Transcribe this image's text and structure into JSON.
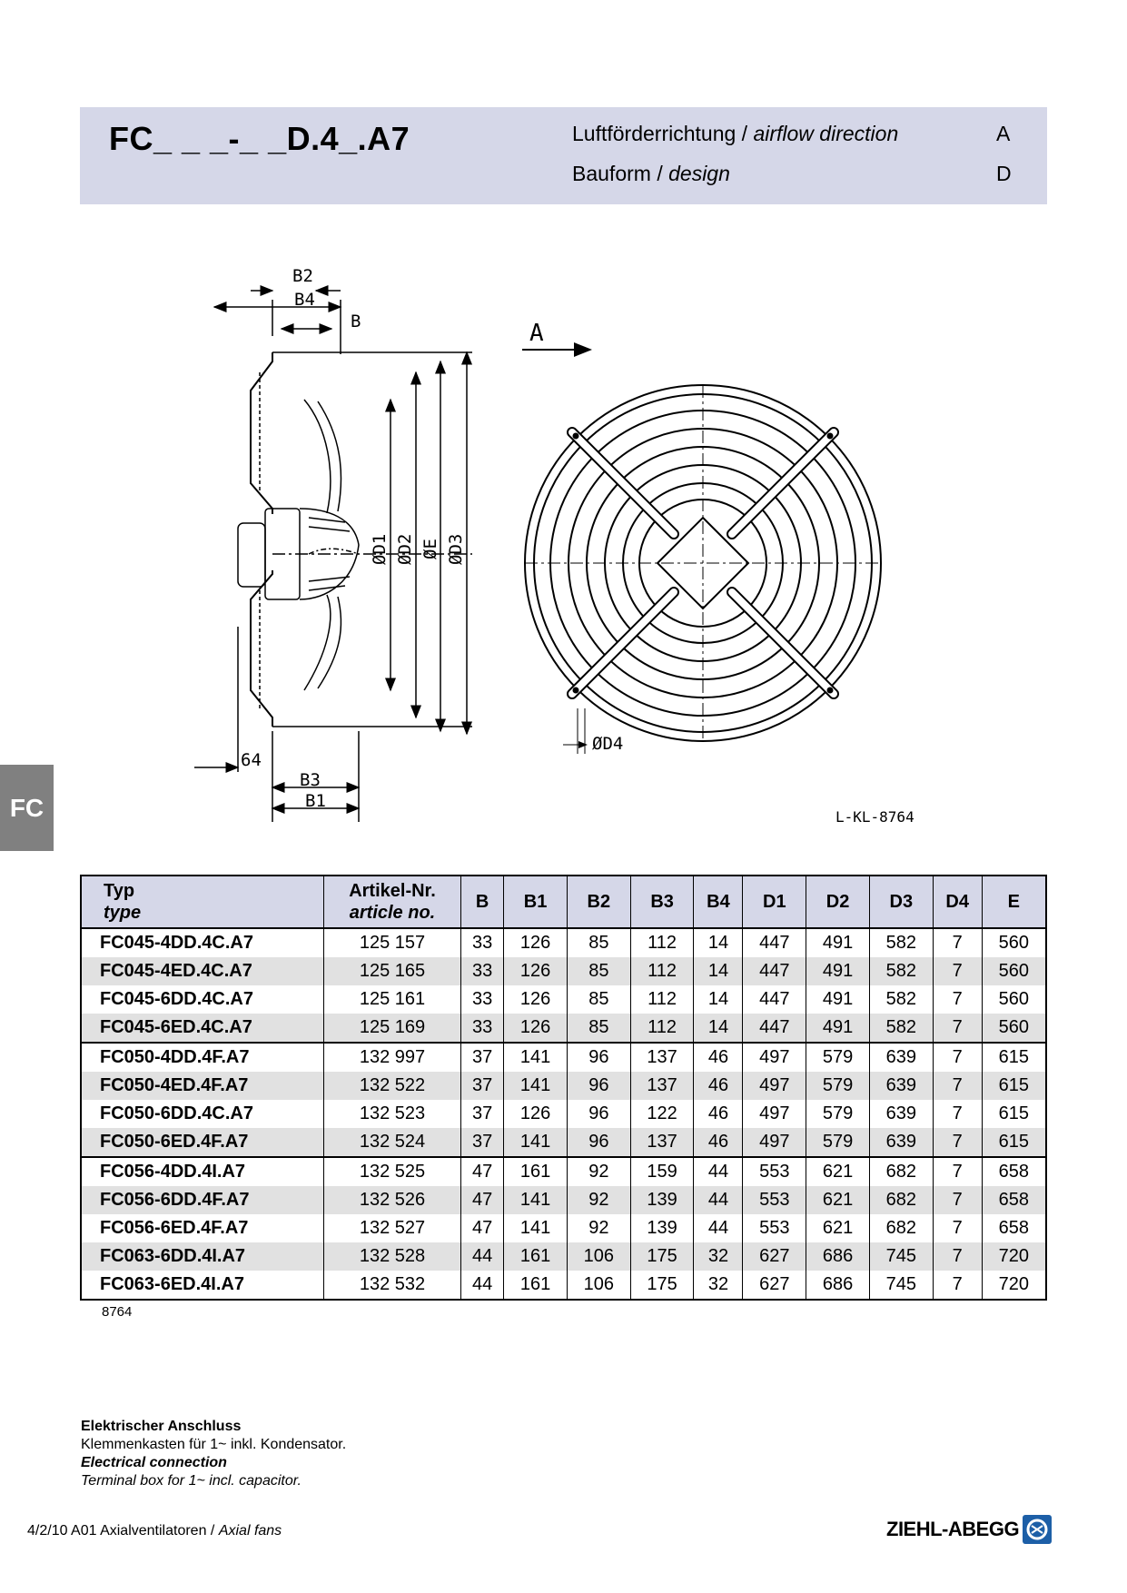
{
  "header": {
    "model": "FC_ _ _-_ _D.4_.A7",
    "airflow_label_de": "Luftförderrichtung / ",
    "airflow_label_en": "airflow direction",
    "airflow_value": "A",
    "design_label_de": "Bauform  / ",
    "design_label_en": "design",
    "design_value": "D"
  },
  "side_tab": "FC",
  "drawing": {
    "labels": {
      "b2": "B2",
      "b4": "B4",
      "b": "B",
      "a": "A",
      "d1": "ØD1",
      "d2": "ØD2",
      "e": "ØE",
      "d3": "ØD3",
      "d4": "ØD4",
      "dim64": "64",
      "b3": "B3",
      "b1": "B1"
    },
    "reference": "L-KL-8764"
  },
  "table": {
    "headers": {
      "typ_de": "Typ",
      "typ_en": "type",
      "art_de": "Artikel-Nr.",
      "art_en": "article no.",
      "cols": [
        "B",
        "B1",
        "B2",
        "B3",
        "B4",
        "D1",
        "D2",
        "D3",
        "D4",
        "E"
      ]
    },
    "rows": [
      [
        "FC045-4DD.4C.A7",
        "125 157",
        "33",
        "126",
        "85",
        "112",
        "14",
        "447",
        "491",
        "582",
        "7",
        "560"
      ],
      [
        "FC045-4ED.4C.A7",
        "125 165",
        "33",
        "126",
        "85",
        "112",
        "14",
        "447",
        "491",
        "582",
        "7",
        "560"
      ],
      [
        "FC045-6DD.4C.A7",
        "125 161",
        "33",
        "126",
        "85",
        "112",
        "14",
        "447",
        "491",
        "582",
        "7",
        "560"
      ],
      [
        "FC045-6ED.4C.A7",
        "125 169",
        "33",
        "126",
        "85",
        "112",
        "14",
        "447",
        "491",
        "582",
        "7",
        "560"
      ],
      [
        "FC050-4DD.4F.A7",
        "132 997",
        "37",
        "141",
        "96",
        "137",
        "46",
        "497",
        "579",
        "639",
        "7",
        "615"
      ],
      [
        "FC050-4ED.4F.A7",
        "132 522",
        "37",
        "141",
        "96",
        "137",
        "46",
        "497",
        "579",
        "639",
        "7",
        "615"
      ],
      [
        "FC050-6DD.4C.A7",
        "132 523",
        "37",
        "126",
        "96",
        "122",
        "46",
        "497",
        "579",
        "639",
        "7",
        "615"
      ],
      [
        "FC050-6ED.4F.A7",
        "132 524",
        "37",
        "141",
        "96",
        "137",
        "46",
        "497",
        "579",
        "639",
        "7",
        "615"
      ],
      [
        "FC056-4DD.4I.A7",
        "132 525",
        "47",
        "161",
        "92",
        "159",
        "44",
        "553",
        "621",
        "682",
        "7",
        "658"
      ],
      [
        "FC056-6DD.4F.A7",
        "132 526",
        "47",
        "141",
        "92",
        "139",
        "44",
        "553",
        "621",
        "682",
        "7",
        "658"
      ],
      [
        "FC056-6ED.4F.A7",
        "132 527",
        "47",
        "141",
        "92",
        "139",
        "44",
        "553",
        "621",
        "682",
        "7",
        "658"
      ],
      [
        "FC063-6DD.4I.A7",
        "132 528",
        "44",
        "161",
        "106",
        "175",
        "32",
        "627",
        "686",
        "745",
        "7",
        "720"
      ],
      [
        "FC063-6ED.4I.A7",
        "132 532",
        "44",
        "161",
        "106",
        "175",
        "32",
        "627",
        "686",
        "745",
        "7",
        "720"
      ]
    ],
    "shaded_rows": [
      1,
      3,
      5,
      7,
      9,
      11
    ],
    "group_end_rows": [
      3,
      7
    ],
    "reference": "8764"
  },
  "notes": {
    "title_de": "Elektrischer Anschluss",
    "text_de": "Klemmenkasten für 1~ inkl. Kondensator.",
    "title_en": "Electrical connection",
    "text_en": "Terminal box for 1~ incl. capacitor."
  },
  "footer": {
    "text_de": "4/2/10  A01 Axialventilatoren / ",
    "text_en": "Axial fans",
    "brand": "ZIEHL-ABEGG"
  }
}
